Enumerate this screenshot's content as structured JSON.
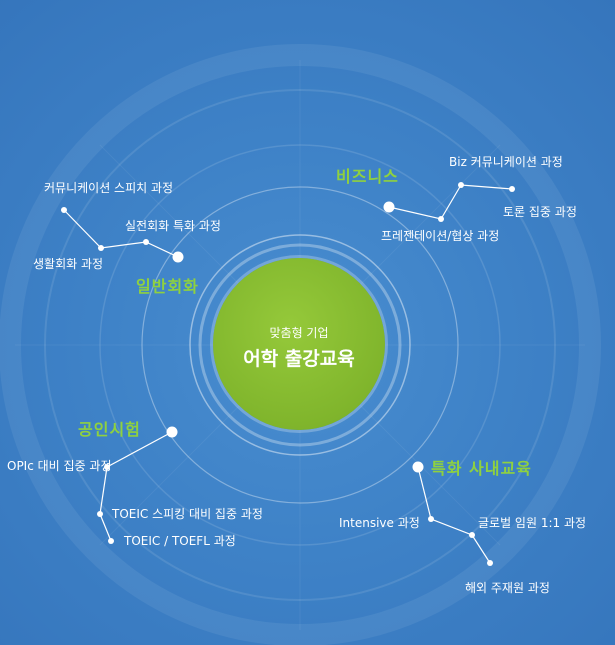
{
  "center": {
    "subtitle": "맞춤형 기업",
    "title": "어학 출강교육"
  },
  "categories": {
    "general": {
      "title": "일반회화",
      "items": [
        "커뮤니케이션 스피치 과정",
        "실전회화 특화 과정",
        "생활회화 과정"
      ]
    },
    "business": {
      "title": "비즈니스",
      "items": [
        "Biz 커뮤니케이션 과정",
        "토론 집중 과정",
        "프레젠테이션/협상 과정"
      ]
    },
    "certification": {
      "title": "공인시험",
      "items": [
        "OPIc 대비 집중 과정",
        "TOEIC 스피킹 대비 집중 과정",
        "TOEIC / TOEFL 과정"
      ]
    },
    "special": {
      "title": "특화 사내교육",
      "items": [
        "Intensive 과정",
        "글로벌 임원 1:1 과정",
        "해외 주재원 과정"
      ]
    }
  },
  "colors": {
    "background": "#3b7fc4",
    "center": "#85b92e",
    "category_text": "#8fd13f",
    "node": "#ffffff"
  }
}
